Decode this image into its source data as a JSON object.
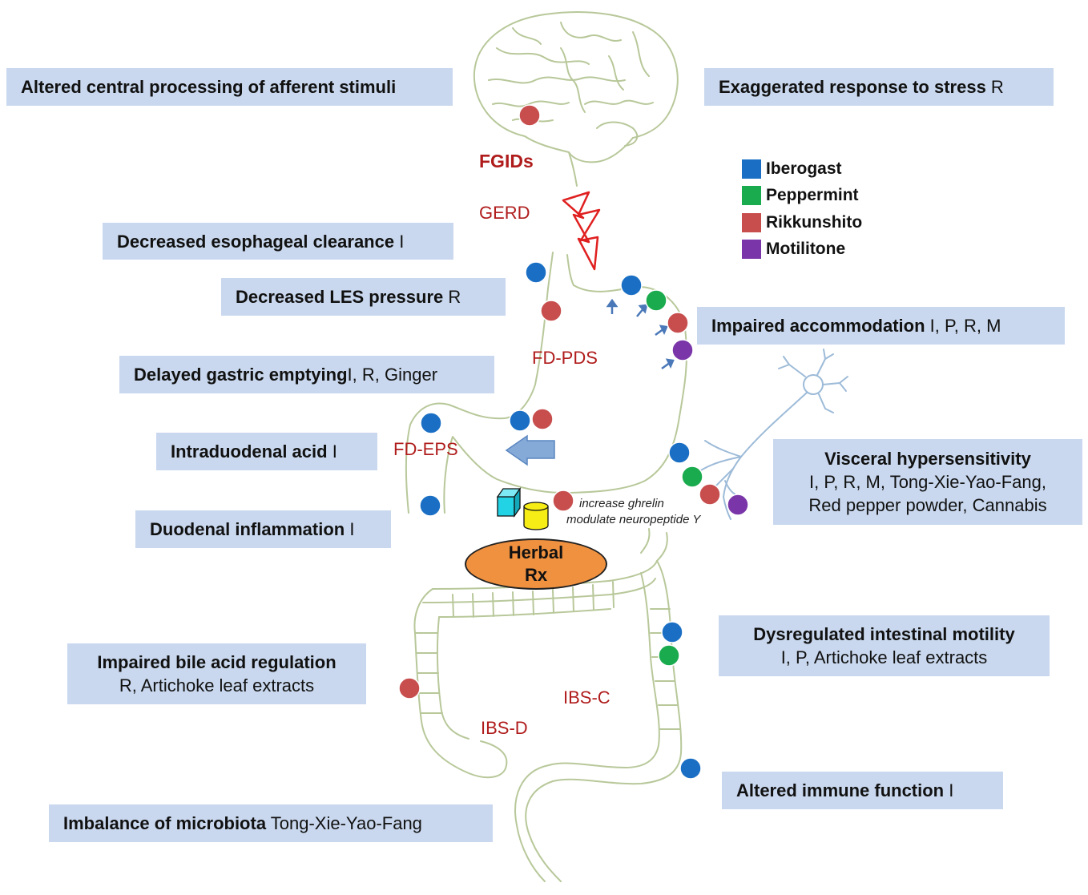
{
  "colors": {
    "box_bg": "#c9d8ee",
    "label_red": "#b01c1c",
    "outline": "#b8c89a",
    "iberogast": "#1a6fc4",
    "peppermint": "#1aab4e",
    "rikkunshito": "#c84e4e",
    "motilitone": "#7a36a8",
    "herbal": "#f0913f"
  },
  "labels": {
    "fgids": "FGIDs",
    "gerd": "GERD",
    "fd_pds": "FD-PDS",
    "fd_eps": "FD-EPS",
    "ibs_c": "IBS-C",
    "ibs_d": "IBS-D"
  },
  "herbal": {
    "line1": "Herbal",
    "line2": "Rx"
  },
  "ghrelin_note": {
    "line1": "increase ghrelin",
    "line2": "modulate neuropeptide Y"
  },
  "legend": [
    {
      "name": "Iberogast",
      "color": "#1a6fc4"
    },
    {
      "name": "Peppermint",
      "color": "#1aab4e"
    },
    {
      "name": "Rikkunshito",
      "color": "#c84e4e"
    },
    {
      "name": "Motilitone",
      "color": "#7a36a8"
    }
  ],
  "boxes": {
    "central_processing": {
      "title": "Altered central processing of afferent stimuli"
    },
    "stress": {
      "title": "Exaggerated response to stress",
      "agents": " R"
    },
    "esophageal": {
      "title": "Decreased esophageal clearance",
      "agents": "  I"
    },
    "les": {
      "title": "Decreased LES pressure",
      "agents": " R"
    },
    "accommodation": {
      "title": "Impaired accommodation",
      "agents": "  I, P, R, M"
    },
    "gastric_emptying": {
      "title": "Delayed gastric emptying",
      "agents": "I, R, Ginger"
    },
    "intraduodenal": {
      "title": "Intraduodenal acid",
      "agents": "  I"
    },
    "visceral": {
      "title": "Visceral hypersensitivity",
      "line2": "I,  P, R, M,  Tong-Xie-Yao-Fang,",
      "line3": "Red pepper powder, Cannabis"
    },
    "duodenal": {
      "title": "Duodenal inflammation",
      "agents": " I"
    },
    "motility": {
      "title": "Dysregulated intestinal motility",
      "line2": "I,  P, Artichoke leaf extracts"
    },
    "bile": {
      "title": "Impaired bile acid regulation",
      "line2": "R, Artichoke leaf extracts"
    },
    "immune": {
      "title": "Altered immune function",
      "agents": "   I"
    },
    "microbiota": {
      "title": "Imbalance of microbiota",
      "agents": " Tong-Xie-Yao-Fang"
    }
  }
}
